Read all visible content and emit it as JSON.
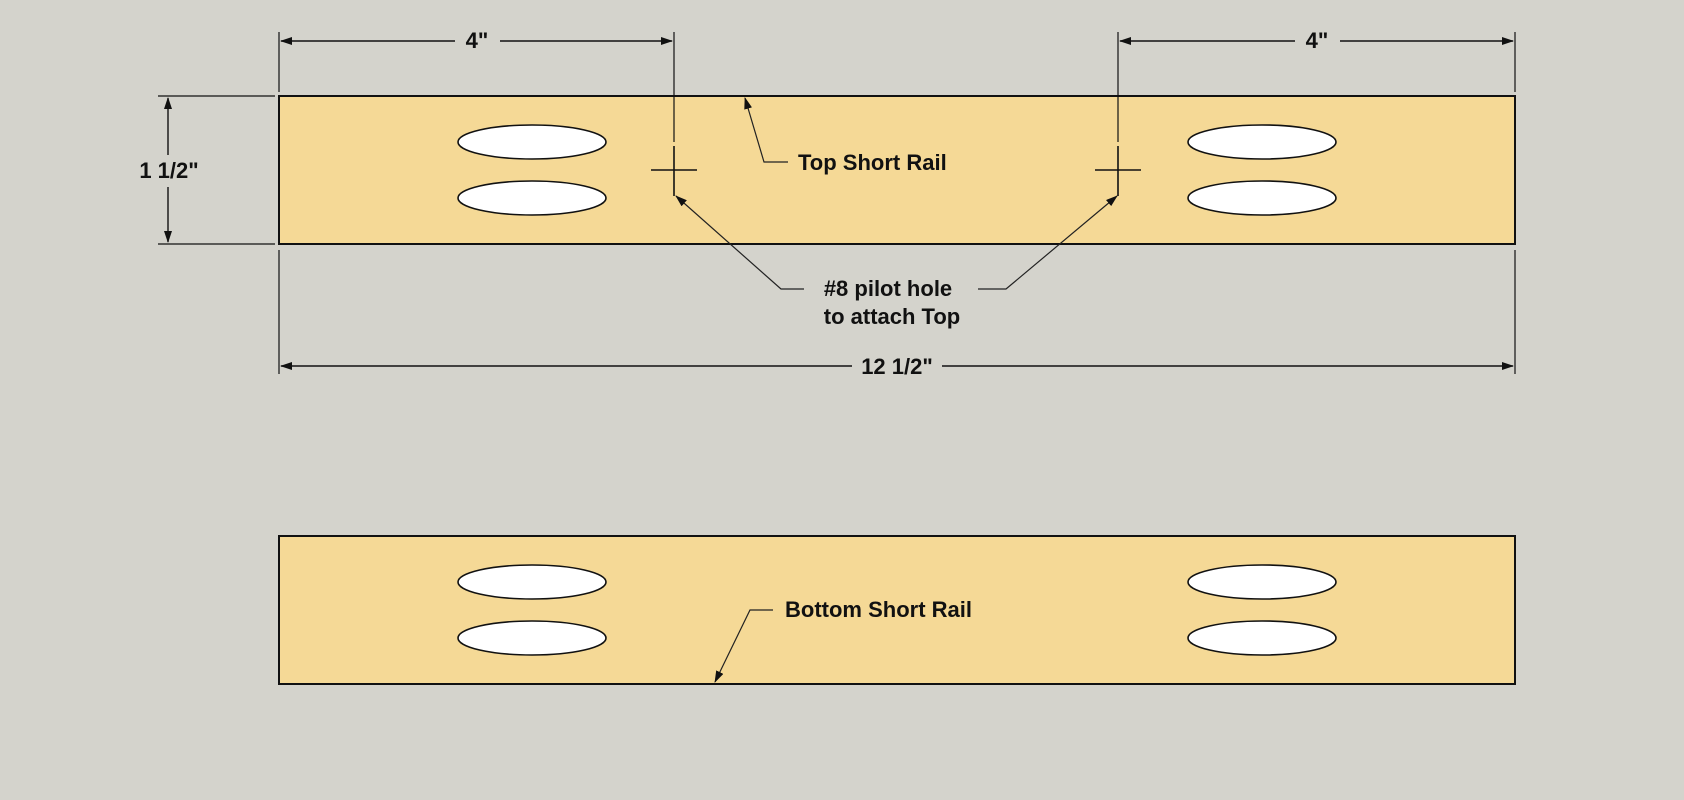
{
  "colors": {
    "background": "#d4d3cc",
    "board_fill": "#f5d996",
    "pocket_hole_fill": "#ffffff",
    "line": "#111111"
  },
  "dimensions": {
    "top_left_spacing": "4\"",
    "top_right_spacing": "4\"",
    "height": "1 1/2\"",
    "length": "12 1/2\""
  },
  "labels": {
    "top_rail": "Top Short Rail",
    "pilot_hole_line1": "#8 pilot hole",
    "pilot_hole_line2": "to attach Top",
    "bottom_rail": "Bottom Short Rail"
  }
}
